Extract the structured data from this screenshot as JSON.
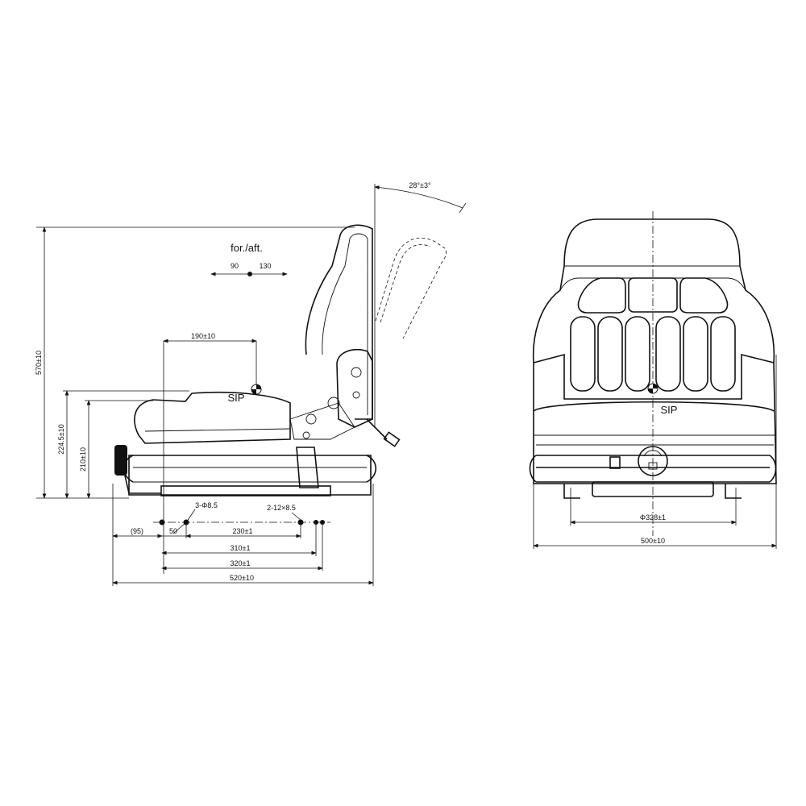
{
  "side_view": {
    "adjust_label": "for./aft.",
    "adjust_fwd": "90",
    "adjust_aft": "130",
    "sip_label": "SIP",
    "dim_height_total": "570±10",
    "dim_height_seat": "224.5±10",
    "dim_height_cushion": "210±10",
    "dim_sip_offset": "190±10",
    "backrest_angle": "28°±3°",
    "holes_3": "3-Φ8.5",
    "holes_slot": "2-12×8.5",
    "dim_95": "(95)",
    "dim_50": "50",
    "dim_230": "230±1",
    "dim_310": "310±1",
    "dim_320": "320±1",
    "dim_520": "520±10"
  },
  "front_view": {
    "sip_label": "SIP",
    "dim_328": "Φ328±1",
    "dim_500": "500±10"
  }
}
